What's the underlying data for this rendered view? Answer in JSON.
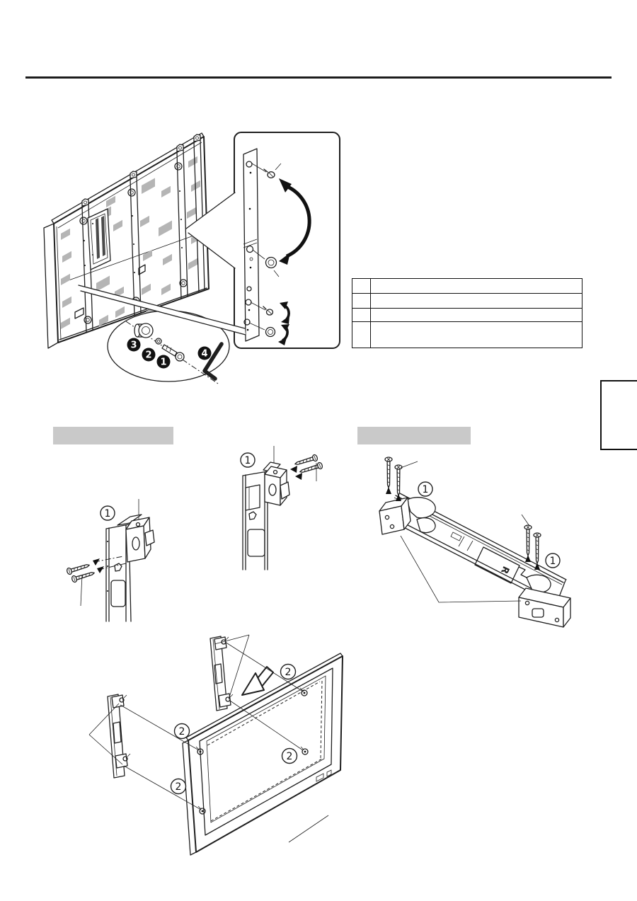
{
  "colors": {
    "line": "#1f1f1f",
    "vent_gray": "#b5b5b5",
    "bar_gray": "#c9c9c9",
    "badge_fill": "#111111",
    "badge_text": "#ffffff",
    "background": "#ffffff"
  },
  "section_bars": [
    {
      "label": ""
    },
    {
      "label": ""
    }
  ],
  "table": {
    "rows": [
      {
        "num": "",
        "desc": ""
      },
      {
        "num": "",
        "desc": ""
      },
      {
        "num": "",
        "desc": ""
      },
      {
        "num": "",
        "desc": ""
      }
    ]
  },
  "edge_tab": {
    "label": ""
  },
  "callouts": {
    "part1": "1",
    "part2": "2",
    "part3": "3",
    "part4": "4",
    "step1": "1",
    "step2": "2"
  },
  "beam_marking": "R"
}
